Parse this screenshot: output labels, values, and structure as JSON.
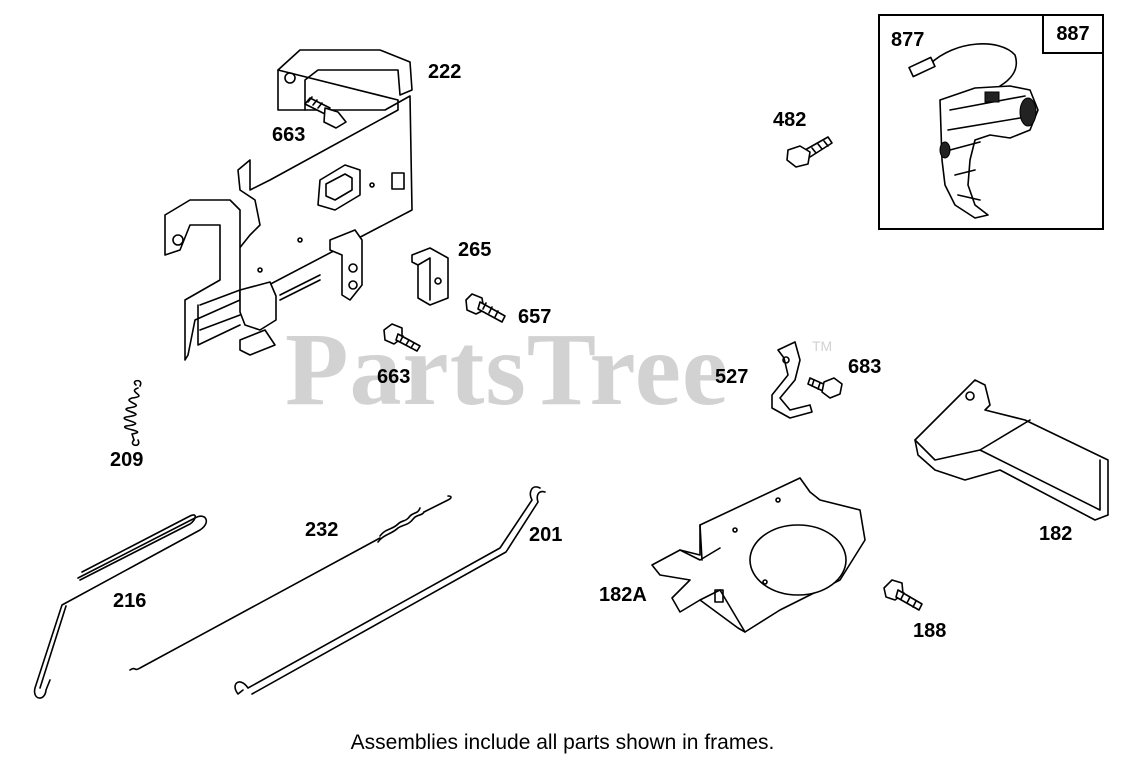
{
  "footer_text": "Assemblies include all parts shown in frames.",
  "watermark": {
    "text": "PartsTree",
    "trademark": "TM"
  },
  "frame": {
    "label": "887"
  },
  "parts": {
    "p877": "877",
    "p222": "222",
    "p663a": "663",
    "p482": "482",
    "p265": "265",
    "p657": "657",
    "p663b": "663",
    "p527": "527",
    "p683": "683",
    "p209": "209",
    "p232": "232",
    "p201": "201",
    "p216": "216",
    "p182A": "182A",
    "p182": "182",
    "p188": "188"
  }
}
